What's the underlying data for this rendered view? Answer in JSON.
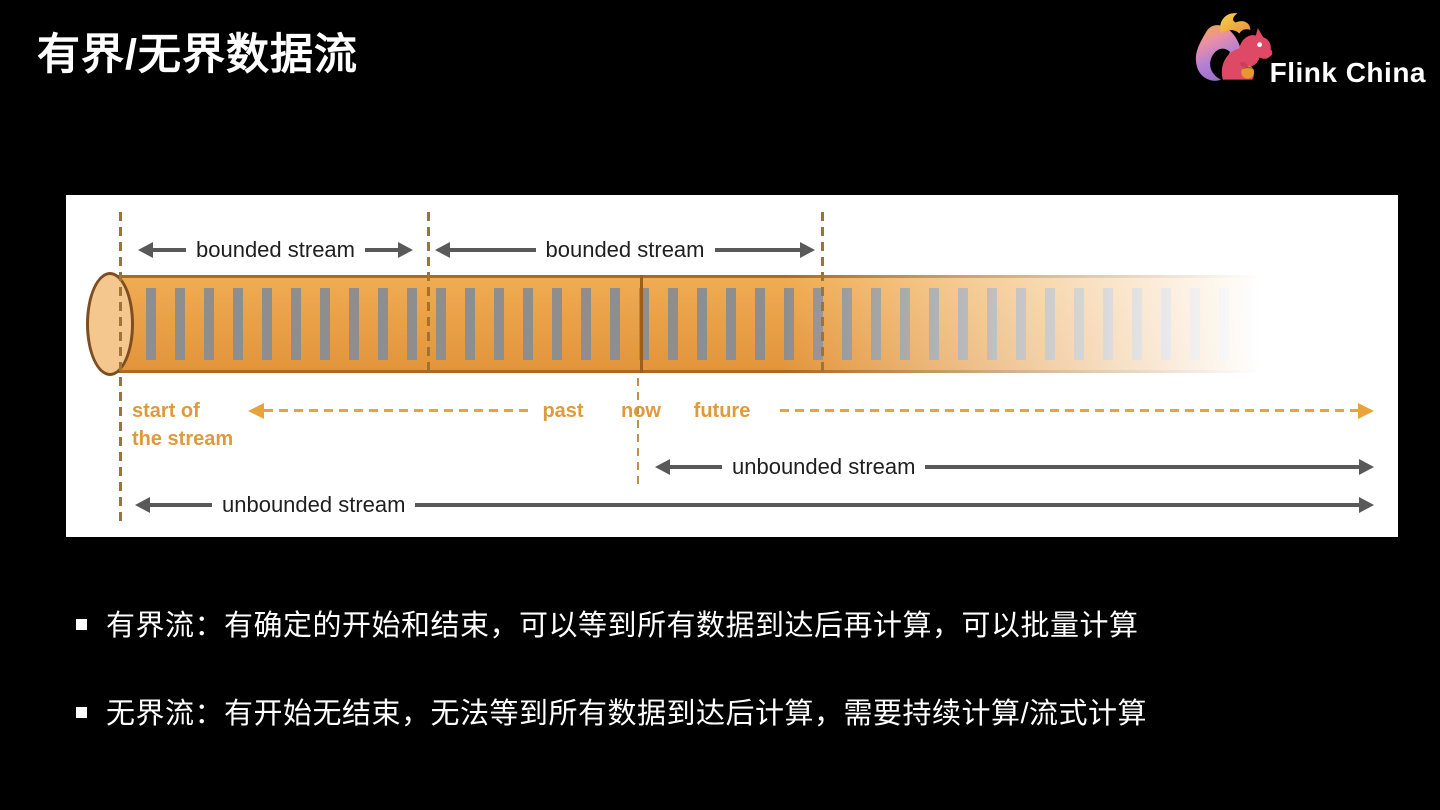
{
  "slide": {
    "title": "有界/无界数据流",
    "logo": {
      "text": "Flink China",
      "icon": "flink-squirrel"
    },
    "colors": {
      "background": "#000000",
      "panel": "#FFFFFF",
      "accent_orange": "#E8A33D",
      "tube_fill": "#E9A148",
      "tube_border": "#AA6A1F",
      "bar_gray": "#8E8E8E",
      "arrow_gray": "#595959",
      "boundary_dash": "#9C7434",
      "logo_body": "#DE4A65"
    },
    "diagram": {
      "bounded_label_1": "bounded stream",
      "bounded_label_2": "bounded stream",
      "unbounded_label_right": "unbounded stream",
      "unbounded_label_bottom": "unbounded stream",
      "start_label": "start of\nthe stream",
      "past_label": "past",
      "now_label": "now",
      "future_label": "future"
    },
    "bullets": [
      {
        "text": "有界流：有确定的开始和结束，可以等到所有数据到达后再计算，可以批量计算"
      },
      {
        "text": "无界流：有开始无结束，无法等到所有数据到达后计算，需要持续计算/流式计算"
      }
    ]
  }
}
